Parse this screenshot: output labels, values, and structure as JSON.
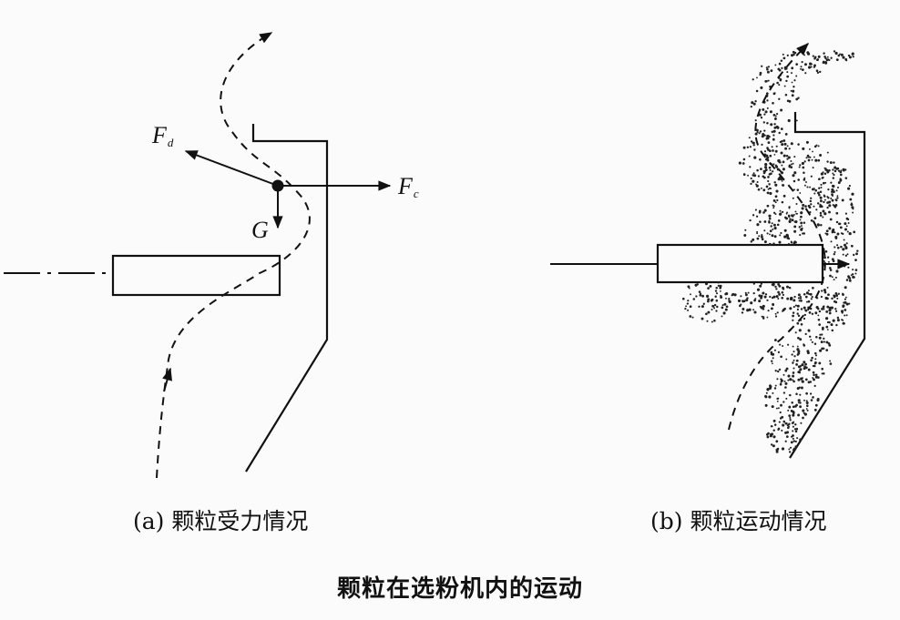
{
  "diagram_a": {
    "forces": {
      "drag": {
        "symbol": "F",
        "subscript": "d"
      },
      "centrifugal": {
        "symbol": "F",
        "subscript": "c"
      },
      "gravity": {
        "symbol": "G"
      }
    },
    "caption": "(a) 颗粒受力情况"
  },
  "diagram_b": {
    "caption": "(b) 颗粒运动情况"
  },
  "title": "颗粒在选粉机内的运动",
  "colors": {
    "ink": "#111111",
    "background": "#fbfbfc"
  }
}
